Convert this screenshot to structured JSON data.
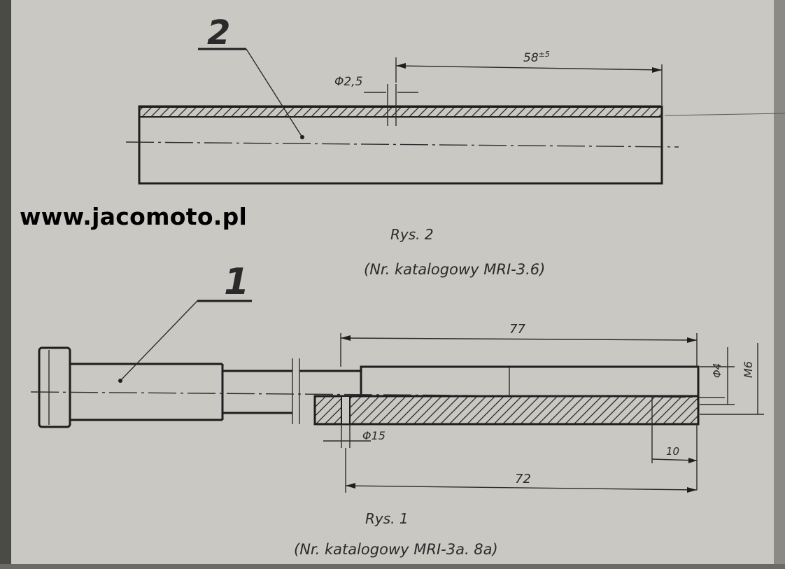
{
  "watermark": "www.jacomoto.pl",
  "figure2": {
    "part_number": "2",
    "dim_diameter": "Φ2,5",
    "dim_length": "58",
    "dim_length_tol": "±5",
    "caption": "Rys. 2",
    "catalog": "(Nr. katalogowy  MRI-3.6)"
  },
  "figure1": {
    "part_number": "1",
    "dim_top": "77",
    "dim_bore": "Φ4",
    "dim_thread": "M6",
    "dim_small_diameter": "Φ15",
    "dim_short": "10",
    "dim_bottom": "72",
    "caption": "Rys. 1",
    "catalog": "(Nr. katalogowy  MRI-3a. 8a)"
  },
  "colors": {
    "paper": "#c9c8c2",
    "ink": "#1e1e1e",
    "frame": "#3a3a38"
  }
}
